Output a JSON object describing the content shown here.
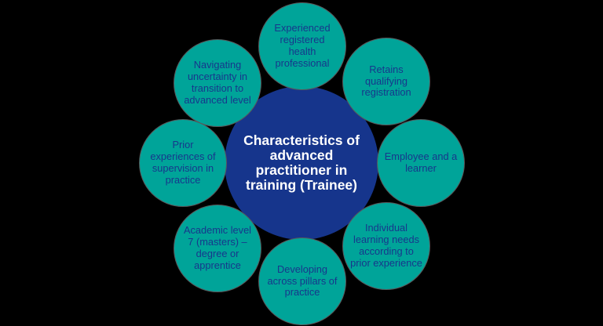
{
  "diagram": {
    "center": {
      "title": "Characteristics of advanced practitioner in training (Trainee)",
      "title_lines": [
        "Characteristics of",
        "advanced",
        "practitioner in",
        "training (Trainee)"
      ]
    },
    "satellites": [
      {
        "position": "top",
        "label": "Experienced registered health professional"
      },
      {
        "position": "top-right",
        "label": "Retains qualifying registration"
      },
      {
        "position": "right",
        "label": "Employee and a learner"
      },
      {
        "position": "bottom-right",
        "label": "Individual learning needs according to prior experience"
      },
      {
        "position": "bottom",
        "label": "Developing across pillars of practice"
      },
      {
        "position": "bottom-left",
        "label": "Academic level 7 (masters) – degree or apprentice"
      },
      {
        "position": "left",
        "label": "Prior experiences of supervision in practice"
      },
      {
        "position": "top-left",
        "label": "Navigating uncertainty in transition to advanced level"
      }
    ],
    "colors": {
      "background": "#000000",
      "center_fill": "#16358C",
      "center_text": "#FFFFFF",
      "satellite_fill": "#00A499",
      "satellite_border": "#58595B",
      "satellite_text": "#17378C"
    }
  }
}
